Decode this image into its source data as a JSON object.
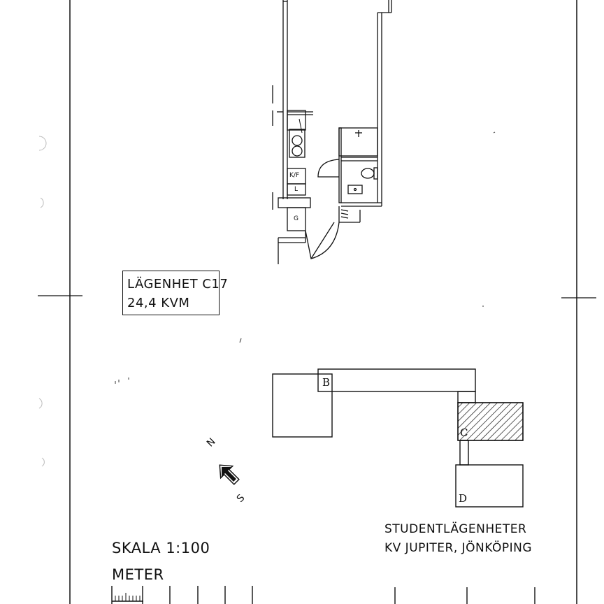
{
  "apartment": {
    "name": "LÄGENHET C17",
    "area": "24,4 KVM"
  },
  "project": {
    "line1": "STUDENTLÄGENHETER",
    "line2": "KV JUPITER, JÖNKÖPING"
  },
  "scale": {
    "label": "SKALA 1:100",
    "unit": "METER"
  },
  "site_plan": {
    "buildings": [
      "B",
      "C",
      "D"
    ],
    "highlighted_building": "C"
  },
  "compass": {
    "north": "N",
    "south": "S"
  },
  "room_labels": {
    "kitchen": "K/F",
    "closet_l": "L",
    "closet_g": "G"
  },
  "colors": {
    "ink": "#111111",
    "paper": "#ffffff"
  }
}
